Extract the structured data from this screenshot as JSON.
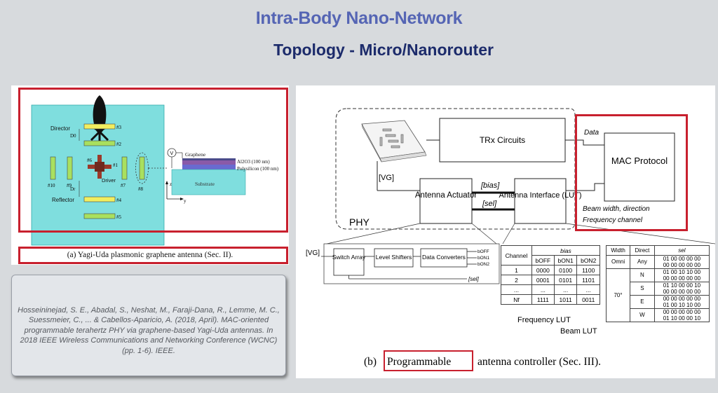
{
  "slide": {
    "title": "Intra-Body Nano-Network",
    "subtitle": "Topology - Micro/Nanorouter"
  },
  "left_figure": {
    "labels": {
      "director": "Director",
      "reflector": "Reflector",
      "driver": "Driver",
      "d0": "D0",
      "dr": "Dr",
      "graphene": "Graphene",
      "al2o3": "Al2O3 (100 nm)",
      "polysilicon": "Polysilicon (100 nm)",
      "substrate": "Substrate",
      "voltmeter": "V",
      "z_axis": "z",
      "y_axis": "y"
    },
    "element_numbers": [
      "#3",
      "#2",
      "#6",
      "#1",
      "#10",
      "#9",
      "#7",
      "#8",
      "#4",
      "#5"
    ],
    "caption": "(a) Yagi-Uda plasmonic graphene antenna (Sec. II)."
  },
  "right_figure": {
    "blocks": {
      "trx": "TRx Circuits",
      "antenna_actuator": "Antenna Actuator",
      "antenna_interface": "Antenna Interface (LUT)",
      "mac_protocol": "MAC Protocol",
      "phy": "PHY",
      "vg": "[VG]",
      "bias": "[bias]",
      "sel": "[sel]",
      "data": "Data",
      "beam": "Beam width, direction",
      "freq_channel": "Frequency channel"
    },
    "pipeline": {
      "vg": "[VG]",
      "switch_array": "Switch Array",
      "level_shifters": "Level Shifters",
      "data_converters": "Data Converters",
      "outputs": [
        "bOFF",
        "bON1",
        "bON2"
      ],
      "sel": "[sel]"
    },
    "frequency_lut": {
      "title": "Frequency LUT",
      "header_channel": "Channel",
      "header_bias": "bias",
      "subheaders": [
        "bOFF",
        "bON1",
        "bON2"
      ],
      "rows": [
        [
          "1",
          "0000",
          "0100",
          "1100"
        ],
        [
          "2",
          "0001",
          "0101",
          "1101"
        ],
        [
          "...",
          "...",
          "...",
          "..."
        ],
        [
          "Nf",
          "1111",
          "1011",
          "0011"
        ]
      ]
    },
    "beam_lut": {
      "title": "Beam LUT",
      "headers": [
        "Width",
        "Direct",
        "sel"
      ],
      "omni": {
        "width": "Omni",
        "direct": "Any",
        "sel": [
          "01 00 00 00 00",
          "00 00 00 00 00"
        ]
      },
      "width70": "70°",
      "rows": [
        {
          "direct": "N",
          "sel": [
            "01 00 10 10 00",
            "00 00 00 00 00"
          ]
        },
        {
          "direct": "S",
          "sel": [
            "01 10 00 00 10",
            "00 00 00 00 00"
          ]
        },
        {
          "direct": "E",
          "sel": [
            "00 00 00 00 00",
            "01 00 10 10 00"
          ]
        },
        {
          "direct": "W",
          "sel": [
            "00 00 00 00 00",
            "01 10 00 00 10"
          ]
        }
      ]
    },
    "caption_prefix": "(b)",
    "caption_highlight": "Programmable",
    "caption_suffix": "antenna controller (Sec. III)."
  },
  "citation": "Hosseininejad, S. E., Abadal, S., Neshat, M., Faraji-Dana, R., Lemme, M. C., Suessmeier, C., ... & Cabellos-Aparicio, A. (2018, April). MAC-oriented programmable terahertz PHY via graphene-based Yagi-Uda antennas. In 2018 IEEE Wireless Communications and Networking Conference (WCNC) (pp. 1-6). IEEE.",
  "colors": {
    "title_light": "#5565b4",
    "title_dark": "#1c2b6b",
    "highlight_red": "#c8202e",
    "antenna_cyan": "#7fdede",
    "element_green": "#a9e05f",
    "element_yellow": "#f2ee5f"
  }
}
